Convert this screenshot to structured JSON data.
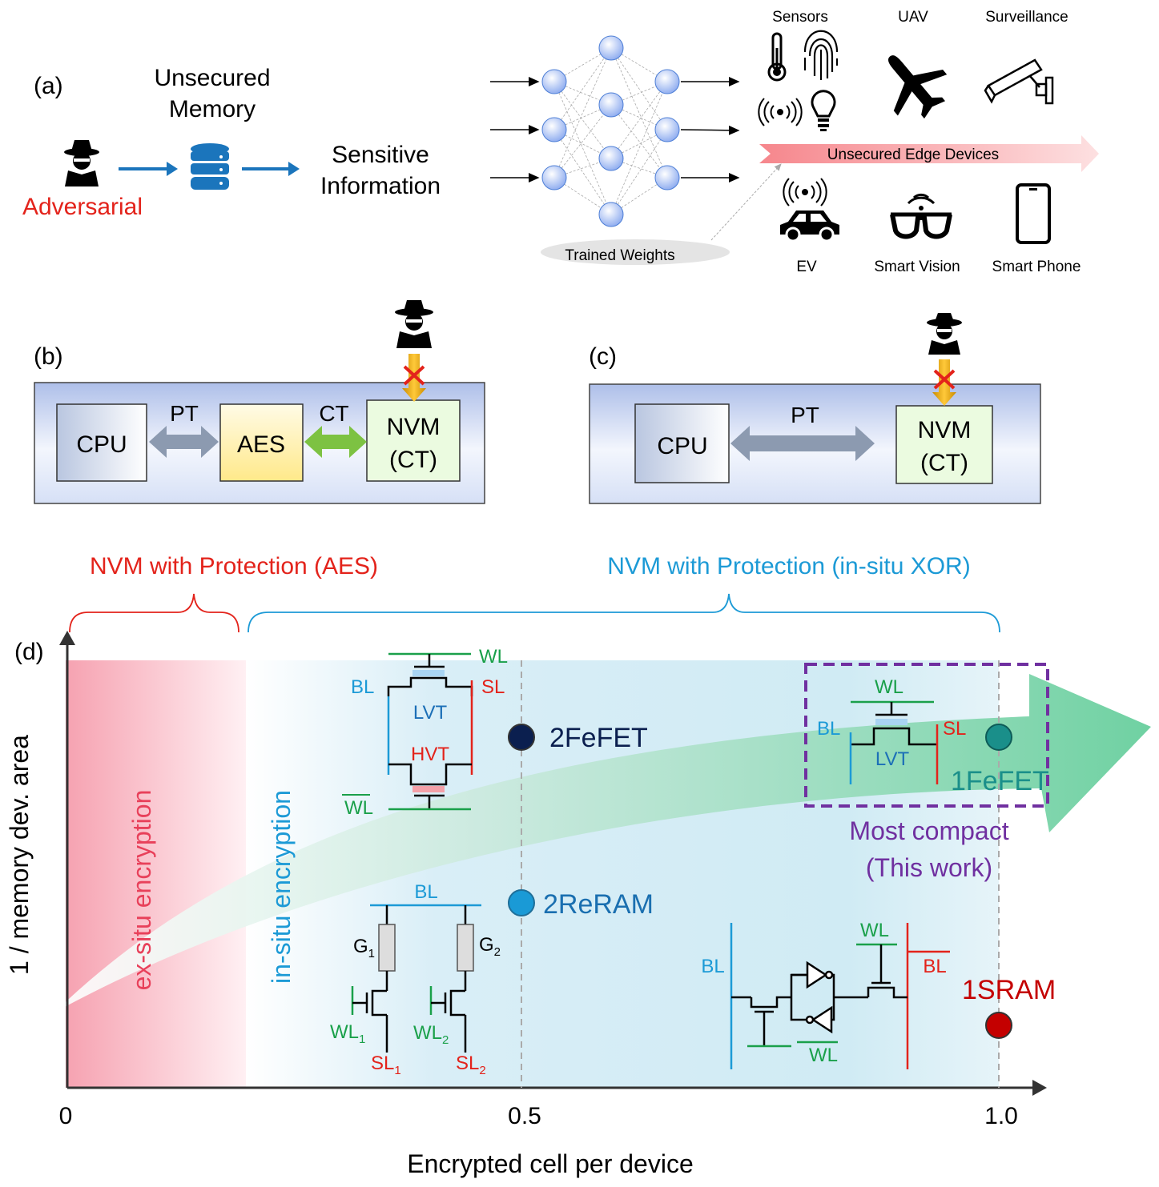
{
  "panel_a": {
    "label": "(a)",
    "memory_label_line1": "Unsecured",
    "memory_label_line2": "Memory",
    "adversarial": "Adversarial",
    "sensitive_line1": "Sensitive",
    "sensitive_line2": "Information",
    "trained_weights": "Trained Weights",
    "edge_banner": "Unsecured Edge Devices",
    "devices": {
      "sensors": "Sensors",
      "uav": "UAV",
      "surveillance": "Surveillance",
      "ev": "EV",
      "smart_vision": "Smart Vision",
      "smart_phone": "Smart Phone"
    }
  },
  "panel_b": {
    "label": "(b)",
    "cpu": "CPU",
    "aes": "AES",
    "nvm_line1": "NVM",
    "nvm_line2": "(CT)",
    "pt": "PT",
    "ct": "CT"
  },
  "panel_c": {
    "label": "(c)",
    "cpu": "CPU",
    "nvm_line1": "NVM",
    "nvm_line2": "(CT)",
    "pt": "PT"
  },
  "panel_d": {
    "label": "(d)",
    "aes_header": "NVM with Protection (AES)",
    "xor_header": "NVM with Protection (in-situ XOR)",
    "ex_situ": "ex-situ encryption",
    "in_situ": "in-situ encryption",
    "y_axis": "1 / memory dev. area",
    "x_axis": "Encrypted cell per device",
    "x_ticks": [
      "0",
      "0.5",
      "1.0"
    ],
    "most_compact_line1": "Most compact",
    "most_compact_line2": "(This work)",
    "points": [
      {
        "name": "2FeFET",
        "x": 0.5,
        "color": "#0b1f4f"
      },
      {
        "name": "2ReRAM",
        "x": 0.5,
        "color": "#1a8fcf"
      },
      {
        "name": "1FeFET",
        "x": 1.0,
        "color": "#1a8f8a"
      },
      {
        "name": "1SRAM",
        "x": 1.0,
        "color": "#c40000"
      }
    ],
    "circuit_labels": {
      "wl": "WL",
      "wl_bar": "WL",
      "bl": "BL",
      "sl": "SL",
      "lvt": "LVT",
      "hvt": "HVT",
      "g": "G",
      "g1_sub": "1",
      "g2_sub": "2",
      "wl_prefix": "WL",
      "sl_prefix": "SL",
      "sub1": "1",
      "sub2": "2",
      "bl_bar": "BL"
    }
  },
  "colors": {
    "red": "#e3231b",
    "cyan": "#1c9ad6",
    "green": "#1aa04a",
    "purple": "#7030a0",
    "blue_arrow": "#1b75bc"
  }
}
